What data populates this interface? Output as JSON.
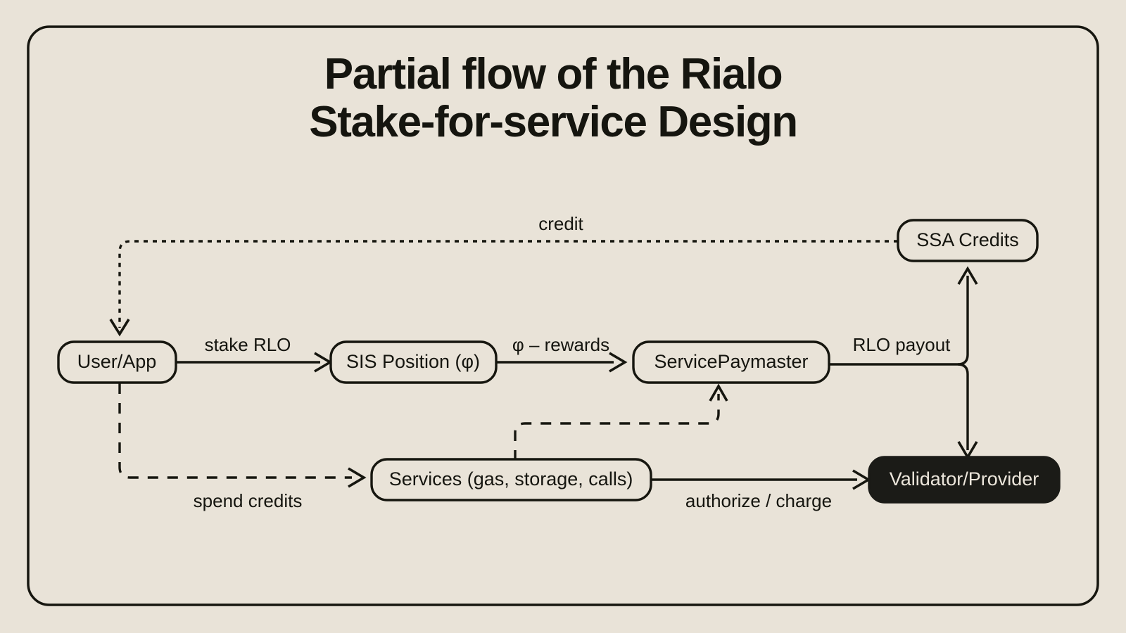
{
  "canvas": {
    "background_color": "#e9e3d8",
    "ink_color": "#16160f",
    "dark_fill": "#1b1b17",
    "dark_text": "#ece6db"
  },
  "title": {
    "line1": "Partial flow of the Rialo",
    "line2": "Stake-for-service Design"
  },
  "nodes": [
    {
      "id": "user-app",
      "label": "User/App",
      "style": "light"
    },
    {
      "id": "sis-position",
      "label": "SIS Position (φ)",
      "style": "light"
    },
    {
      "id": "service-paymaster",
      "label": "ServicePaymaster",
      "style": "light"
    },
    {
      "id": "ssa-credits",
      "label": "SSA Credits",
      "style": "light"
    },
    {
      "id": "services",
      "label": "Services (gas, storage, calls)",
      "style": "light"
    },
    {
      "id": "validator-provider",
      "label": "Validator/Provider",
      "style": "dark"
    }
  ],
  "edges": [
    {
      "id": "stake-rlo",
      "label": "stake RLO",
      "from": "user-app",
      "to": "sis-position",
      "line": "solid"
    },
    {
      "id": "phi-rewards",
      "label": "φ – rewards",
      "from": "sis-position",
      "to": "service-paymaster",
      "line": "solid"
    },
    {
      "id": "rlo-payout",
      "label": "RLO payout",
      "from": "service-paymaster",
      "to": "ssa-credits",
      "line": "solid"
    },
    {
      "id": "credit",
      "label": "credit",
      "from": "ssa-credits",
      "to": "user-app",
      "line": "dotted"
    },
    {
      "id": "spend-credits",
      "label": "spend credits",
      "from": "user-app",
      "to": "services",
      "line": "dashed"
    },
    {
      "id": "authorize-charge",
      "label": "authorize / charge",
      "from": "services",
      "to": "validator-provider",
      "line": "solid"
    },
    {
      "id": "services-to-paymaster",
      "label": "",
      "from": "services",
      "to": "service-paymaster",
      "line": "dashed"
    },
    {
      "id": "payout-to-validator",
      "label": "",
      "from": "service-paymaster",
      "to": "validator-provider",
      "line": "solid"
    }
  ]
}
